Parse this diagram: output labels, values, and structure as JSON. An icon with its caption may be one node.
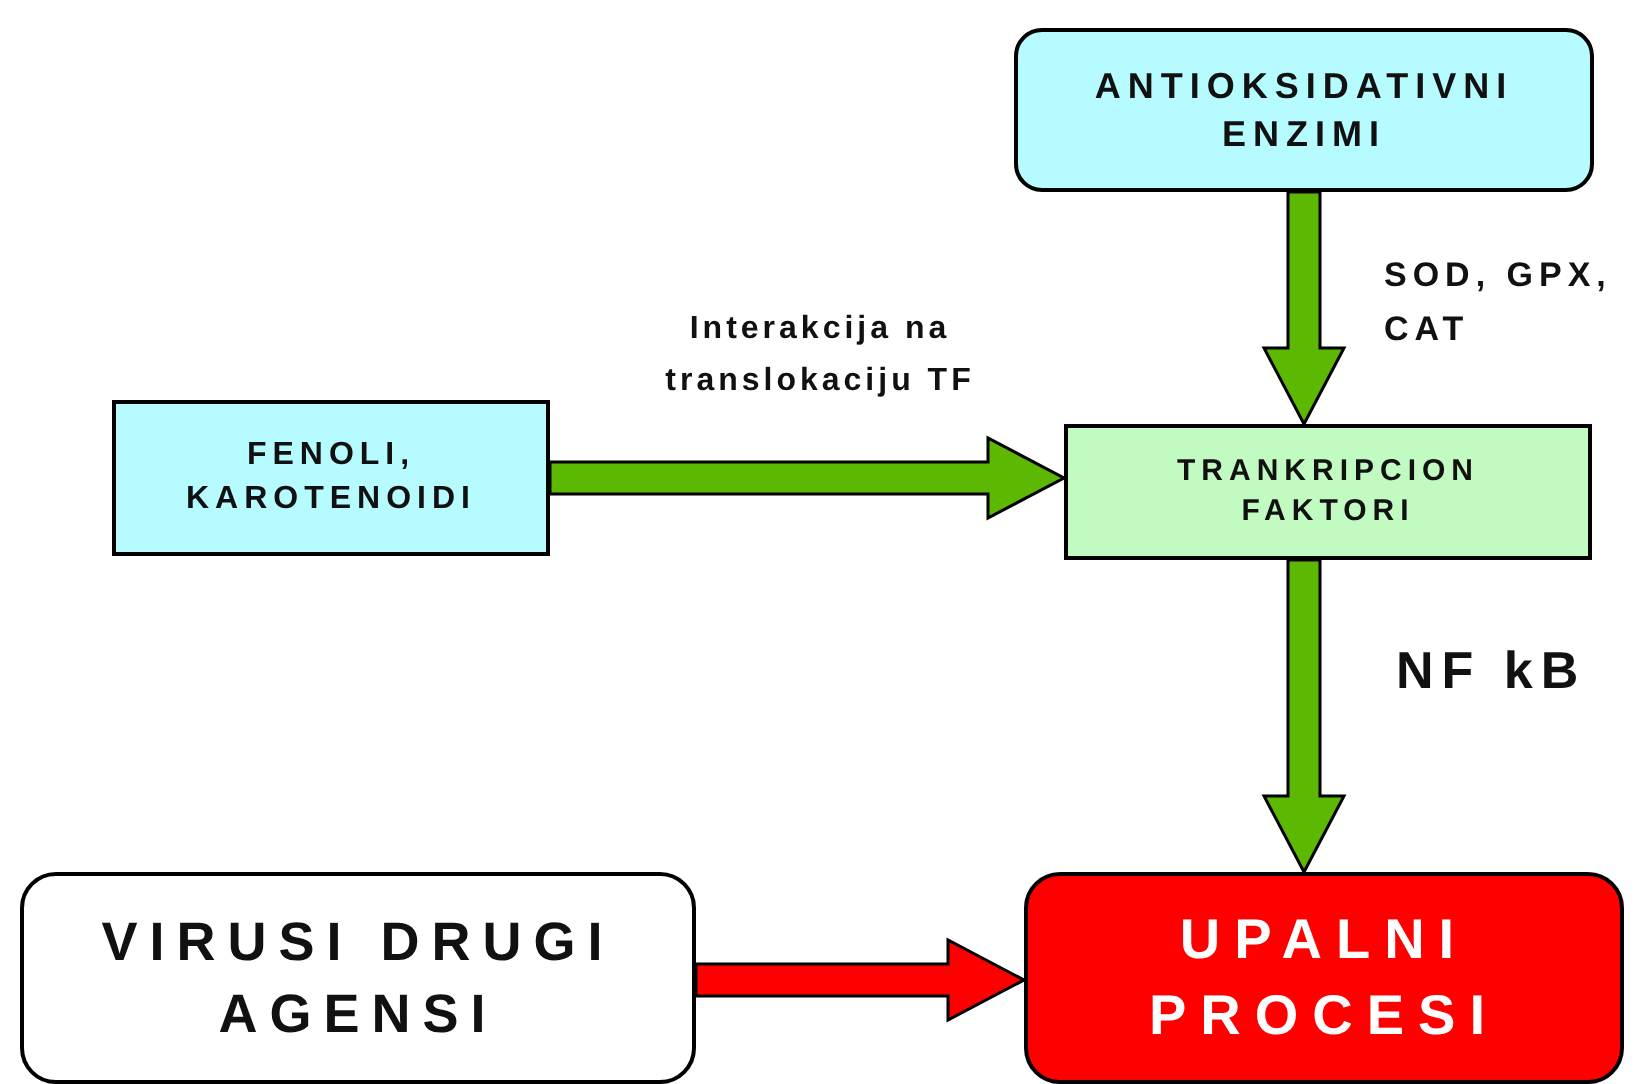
{
  "diagram": {
    "nodes": [
      {
        "text": [
          "ANTIOKSIDATIVNI ENZIMI"
        ]
      },
      {
        "text": [
          "FENOLI, KAROTENOIDI"
        ]
      },
      {
        "text": [
          "TRANKRIPCION FAKTORI"
        ]
      },
      {
        "text": [
          "VIRUSI DRUGI AGENSI"
        ]
      },
      {
        "text": [
          "UPALNI PROCESI"
        ]
      }
    ],
    "edges": [
      {
        "from": 0,
        "to": 2,
        "arrow": "to",
        "label": "SOD, GPX, CAT"
      },
      {
        "from": 1,
        "to": 2,
        "arrow": "to",
        "label": "Interakcija na translokaciju TF"
      },
      {
        "from": 2,
        "to": 4,
        "arrow": "to",
        "label": "NF kB"
      },
      {
        "from": 3,
        "to": 4,
        "arrow": "to",
        "color": "#ff0000"
      }
    ]
  }
}
